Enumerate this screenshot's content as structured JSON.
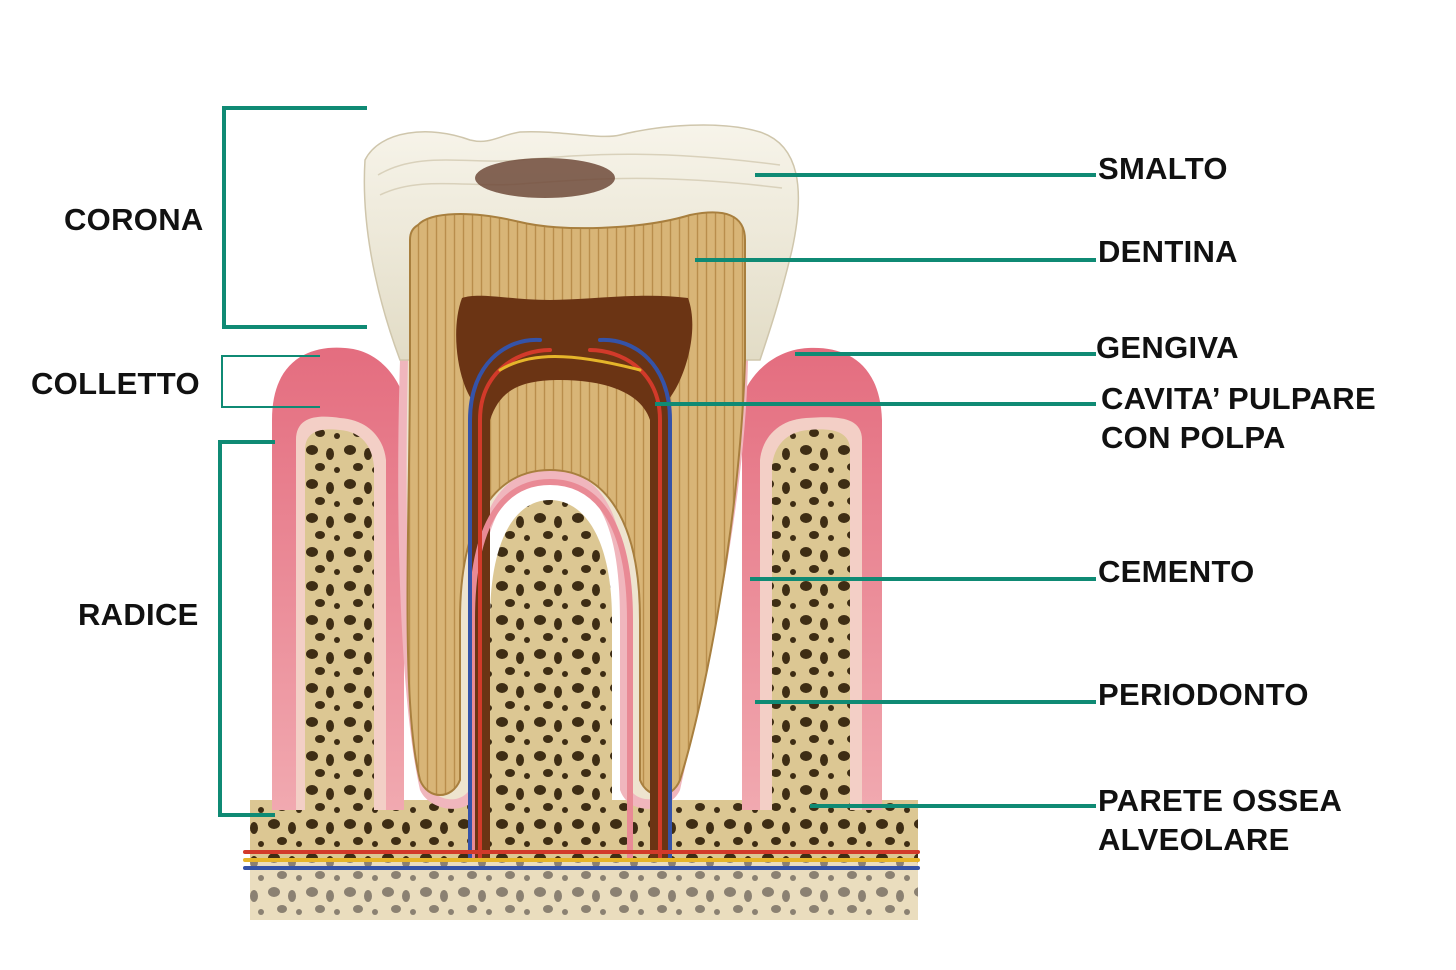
{
  "colors": {
    "leader": "#0f8a74",
    "enamel": "#f3efe2",
    "dentin": "#d8b577",
    "pulp": "#6b3414",
    "gum": "#e06a7a",
    "bone": "#dcc793",
    "bone_pore": "#3e2d14",
    "artery": "#d23a2a",
    "vein": "#3553a8",
    "nerve": "#e5b52a",
    "caries": "#6e4a3a"
  },
  "regions": {
    "corona": "CORONA",
    "colletto": "COLLETTO",
    "radice": "RADICE"
  },
  "parts": {
    "smalto": "SMALTO",
    "dentina": "DENTINA",
    "gengiva": "GENGIVA",
    "cavita_line1": "CAVITA’ PULPARE",
    "cavita_line2": "CON POLPA",
    "cemento": "CEMENTO",
    "periodonto": "PERIODONTO",
    "parete_line1": "PARETE OSSEA",
    "parete_line2": "ALVEOLARE"
  }
}
